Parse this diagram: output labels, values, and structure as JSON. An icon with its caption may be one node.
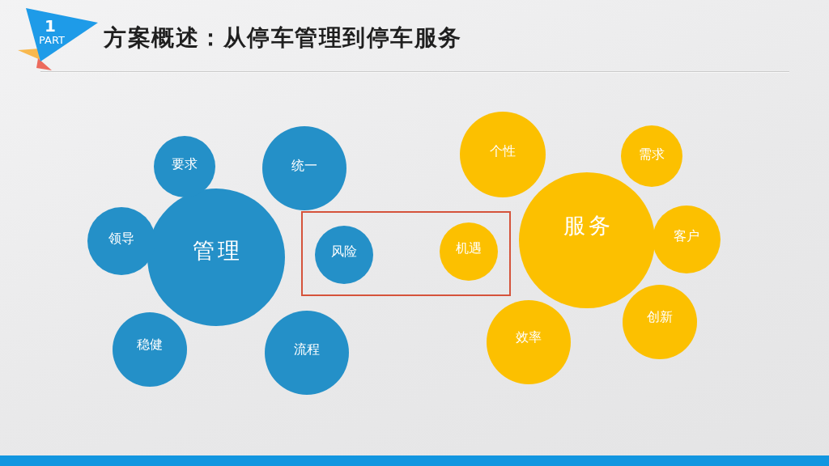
{
  "diagram": {
    "title": "方案概述：从停车管理到停车服务",
    "nodes": [
      {
        "text": [
          "1",
          "PART"
        ]
      },
      {
        "text": [
          "管理"
        ]
      },
      {
        "text": [
          "要求"
        ]
      },
      {
        "text": [
          "统一"
        ]
      },
      {
        "text": [
          "领导"
        ]
      },
      {
        "text": [
          "稳健"
        ]
      },
      {
        "text": [
          "流程"
        ]
      },
      {
        "text": [],
        "shape": "box"
      },
      {
        "text": [
          "风险"
        ],
        "in": 7
      },
      {
        "text": [
          "机遇"
        ],
        "in": 7
      },
      {
        "text": [
          "服务"
        ]
      },
      {
        "text": [
          "个性"
        ]
      },
      {
        "text": [
          "需求"
        ]
      },
      {
        "text": [
          "客户"
        ]
      },
      {
        "text": [
          "创新"
        ]
      },
      {
        "text": [
          "效率"
        ]
      }
    ]
  }
}
